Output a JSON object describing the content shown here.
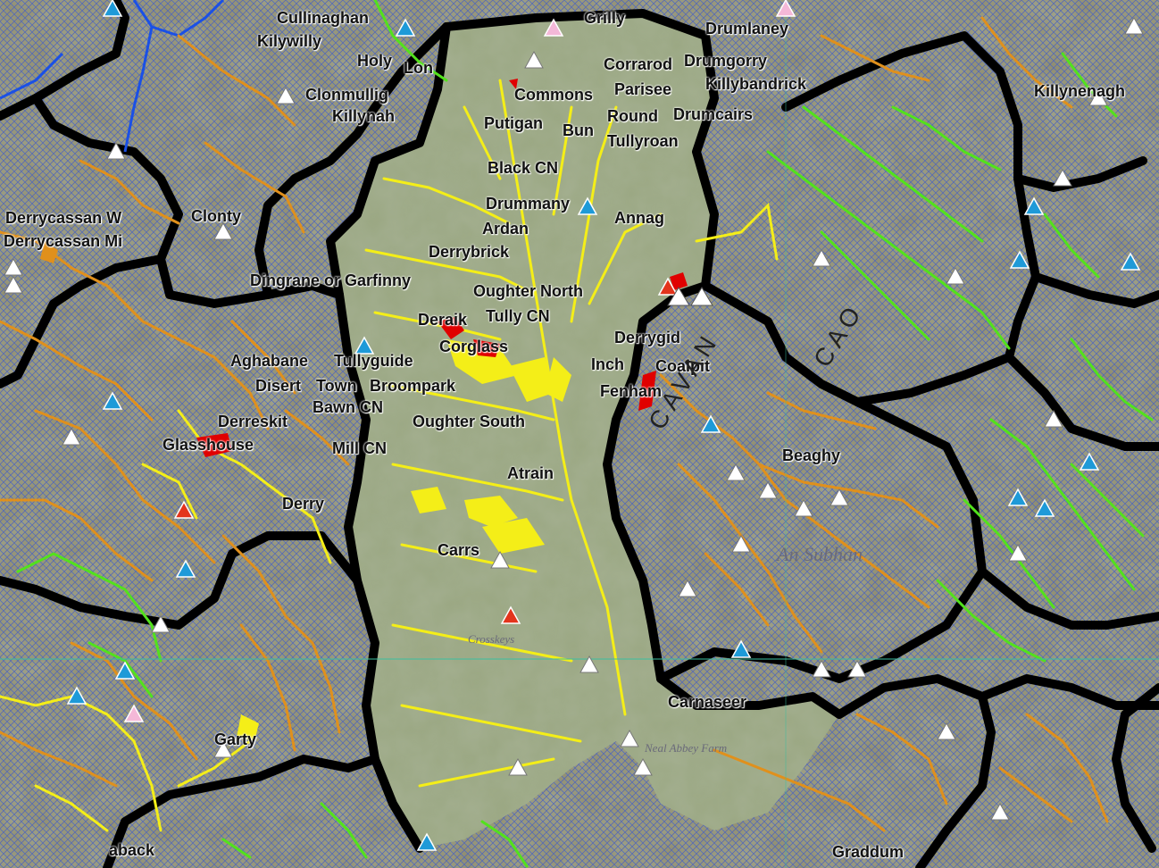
{
  "colors": {
    "terrain_hatched": "#8f8c6e",
    "core_area": "#9aa782",
    "boundary": "#000000",
    "river_orange": "#e0901c",
    "river_yellow": "#f4ee18",
    "river_green": "#52e21c",
    "river_blue": "#1a50e6",
    "hatch": "#3b5fd1",
    "marker_white": "#ffffff",
    "marker_blue": "#1e9ad8",
    "marker_red": "#e3341c",
    "marker_pink": "#f4b8d8",
    "patch_red": "#e00000"
  },
  "labels": [
    {
      "id": "cullinaghan",
      "text": "Cullinaghan"
    },
    {
      "id": "kilywilly",
      "text": "Kilywilly"
    },
    {
      "id": "holy",
      "text": "Holy"
    },
    {
      "id": "lon",
      "text": "Lon"
    },
    {
      "id": "grilly",
      "text": "Grilly"
    },
    {
      "id": "drumlaney",
      "text": "Drumlaney"
    },
    {
      "id": "corrarod",
      "text": "Corrarod"
    },
    {
      "id": "drumgorry",
      "text": "Drumgorry"
    },
    {
      "id": "clonmullig",
      "text": "Clonmullig"
    },
    {
      "id": "commons",
      "text": "Commons"
    },
    {
      "id": "parisee",
      "text": "Parisee"
    },
    {
      "id": "killybandrick",
      "text": "Killybandrick"
    },
    {
      "id": "killynenagh",
      "text": "Killynenagh"
    },
    {
      "id": "killynah",
      "text": "Killynah"
    },
    {
      "id": "round",
      "text": "Round"
    },
    {
      "id": "drumcairs",
      "text": "Drumcairs"
    },
    {
      "id": "putigan",
      "text": "Putigan"
    },
    {
      "id": "bun",
      "text": "Bun"
    },
    {
      "id": "tullyroan",
      "text": "Tullyroan"
    },
    {
      "id": "black_cn",
      "text": "Black CN"
    },
    {
      "id": "drummany",
      "text": "Drummany"
    },
    {
      "id": "annag",
      "text": "Annag"
    },
    {
      "id": "derrycassan_w",
      "text": "Derrycassan W"
    },
    {
      "id": "clonty",
      "text": "Clonty"
    },
    {
      "id": "derrycassan_mi",
      "text": "Derrycassan Mi"
    },
    {
      "id": "ardan",
      "text": "Ardan"
    },
    {
      "id": "derrybrick",
      "text": "Derrybrick"
    },
    {
      "id": "garfinny",
      "text": "Dingrane or Garfinny"
    },
    {
      "id": "oughter_north",
      "text": "Oughter North"
    },
    {
      "id": "deraik",
      "text": "Deraik"
    },
    {
      "id": "tully_cn",
      "text": "Tully CN"
    },
    {
      "id": "derrygid",
      "text": "Derrygid"
    },
    {
      "id": "corglass",
      "text": "Corglass"
    },
    {
      "id": "aghabane",
      "text": "Aghabane"
    },
    {
      "id": "tullyguide",
      "text": "Tullyguide"
    },
    {
      "id": "inch",
      "text": "Inch"
    },
    {
      "id": "coalpit",
      "text": "Coalpit"
    },
    {
      "id": "disert",
      "text": "Disert"
    },
    {
      "id": "town",
      "text": "Town"
    },
    {
      "id": "broompark",
      "text": "Broompark"
    },
    {
      "id": "fenham",
      "text": "Fenham"
    },
    {
      "id": "bawn_cn",
      "text": "Bawn CN"
    },
    {
      "id": "derreskit",
      "text": "Derreskit"
    },
    {
      "id": "oughter_south",
      "text": "Oughter South"
    },
    {
      "id": "glasshouse",
      "text": "Glasshouse"
    },
    {
      "id": "mill_cn",
      "text": "Mill CN"
    },
    {
      "id": "beaghy",
      "text": "Beaghy"
    },
    {
      "id": "atrain",
      "text": "Atrain"
    },
    {
      "id": "derry",
      "text": "Derry"
    },
    {
      "id": "carrs",
      "text": "Carrs"
    },
    {
      "id": "carnaseer",
      "text": "Carnaseer"
    },
    {
      "id": "garty",
      "text": "Garty"
    },
    {
      "id": "aback",
      "text": "aback"
    },
    {
      "id": "graddum",
      "text": "Graddum"
    }
  ],
  "region_label": "CAVAN",
  "region_fragment": "CAO",
  "lake_label": "An Subhan",
  "map_text": {
    "crosskeys": "Crosskeys",
    "neal": "Neal Abbey Farm"
  }
}
